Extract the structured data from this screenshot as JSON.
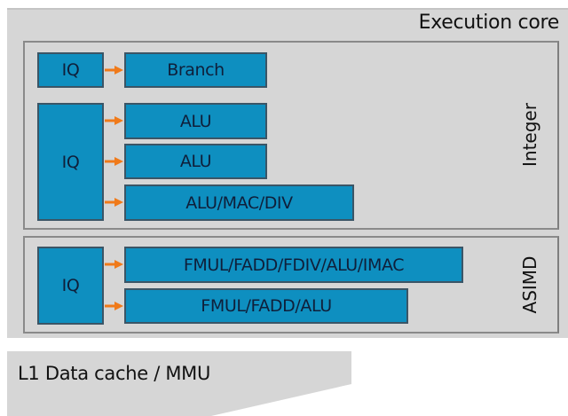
{
  "diagram": {
    "title": "Execution core",
    "colors": {
      "unit_fill": "#0e8fc0",
      "unit_border": "#3b5566",
      "unit_text": "#0f1f3a",
      "arrow": "#f07a1a",
      "panel_fill": "#d6d6d6",
      "panel_border": "#8a8a8a"
    },
    "integer": {
      "label": "Integer",
      "branch_queue": {
        "label": "IQ",
        "units": [
          "Branch"
        ]
      },
      "alu_queue": {
        "label": "IQ",
        "units": [
          "ALU",
          "ALU",
          "ALU/MAC/DIV"
        ]
      }
    },
    "asimd": {
      "label": "ASIMD",
      "queue": {
        "label": "IQ",
        "units": [
          "FMUL/FADD/FDIV/ALU/IMAC",
          "FMUL/FADD/ALU"
        ]
      }
    },
    "l1": {
      "label": "L1 Data cache / MMU"
    }
  }
}
